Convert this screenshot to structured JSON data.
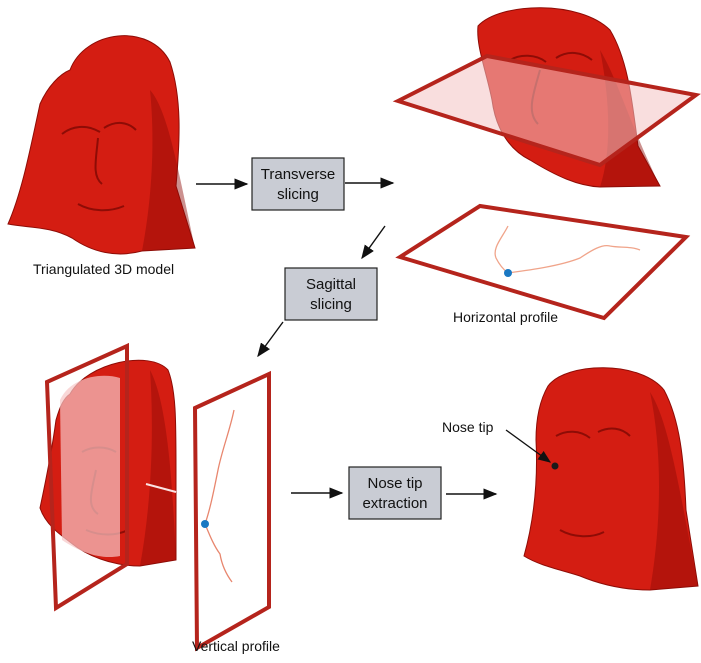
{
  "colors": {
    "model_red": "#d41d12",
    "model_dark": "#8e0c06",
    "frame_red": "#b5241c",
    "process_box_fill": "#c9ccd4",
    "marker_blue": "#1a78c2"
  },
  "steps": {
    "transverse": {
      "line1": "Transverse",
      "line2": "slicing"
    },
    "sagittal": {
      "line1": "Sagittal",
      "line2": "slicing"
    },
    "nose_tip": {
      "line1": "Nose tip",
      "line2": "extraction"
    }
  },
  "captions": {
    "model": "Triangulated 3D model",
    "horizontal": "Horizontal profile",
    "vertical": "Vertical profile",
    "nose_tip": "Nose tip"
  }
}
